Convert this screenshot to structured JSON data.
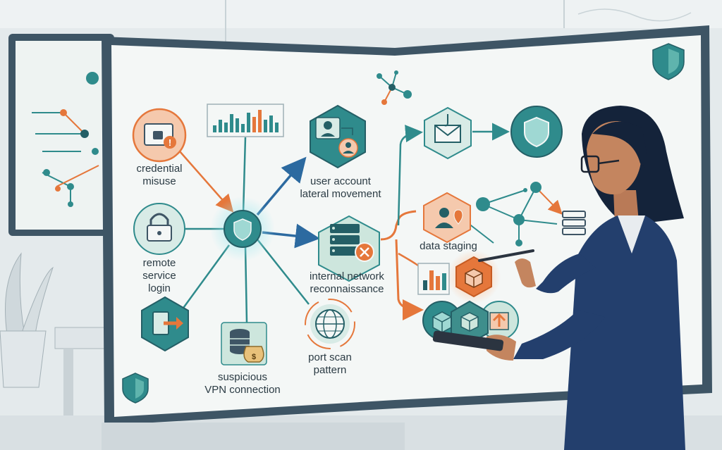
{
  "colors": {
    "teal": "#2f8b8c",
    "teal_dark": "#245f66",
    "orange": "#e5773b",
    "navy": "#1f3b66",
    "panel": "#f4f7f6",
    "frame": "#3e5565"
  },
  "nodes": {
    "credential_misuse": {
      "line1": "credential",
      "line2": "misuse",
      "icon": "lock-alert-icon"
    },
    "remote_service_login": {
      "line1": "remote",
      "line2": "service",
      "line3": "login",
      "icon": "padlock-icon"
    },
    "hex_exit": {
      "icon": "door-exit-icon"
    },
    "suspicious_vpn": {
      "line1": "suspicious",
      "line2": "VPN connection",
      "icon": "database-moneybag-icon"
    },
    "bar_chart_top": {
      "icon": "bar-chart-icon"
    },
    "central_shield": {
      "icon": "shield-icon"
    },
    "user_account": {
      "line1": "user account",
      "line2": "lateral movement",
      "icon": "users-swap-icon"
    },
    "internal_network": {
      "line1": "internal network",
      "line2": "reconnaissance",
      "icon": "server-blocked-icon"
    },
    "port_scan": {
      "line1": "port scan",
      "line2": "pattern",
      "icon": "globe-icon"
    },
    "email_alert": {
      "icon": "email-hook-icon"
    },
    "shield_right": {
      "icon": "shield-icon"
    },
    "data_staging": {
      "line1": "data staging",
      "icon": "user-pin-icon"
    },
    "package_box": {
      "icon": "package-icon"
    },
    "chart_small": {
      "icon": "bar-chart-icon"
    },
    "exfil_group": {
      "icons": [
        "box-icon",
        "cube-icon",
        "upload-icon"
      ]
    }
  }
}
